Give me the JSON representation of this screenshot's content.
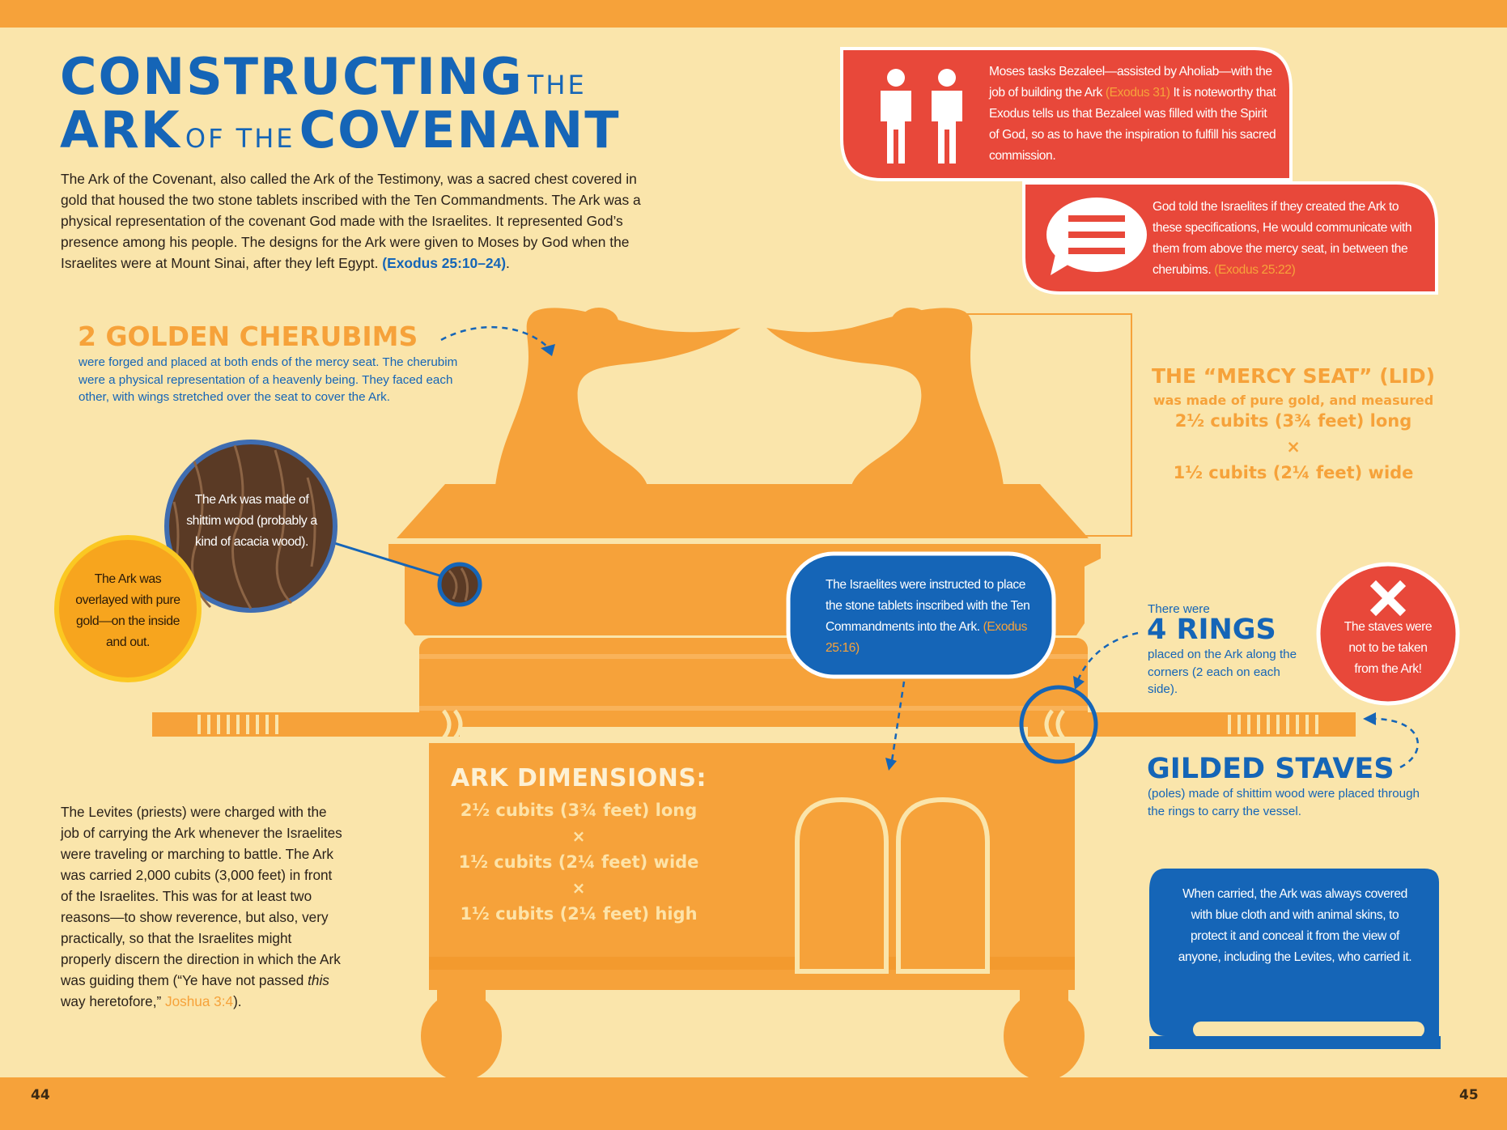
{
  "title": {
    "word1": "CONSTRUCTING",
    "word2": "THE",
    "word3": "ARK",
    "word4": "OF THE",
    "word5": "COVENANT"
  },
  "intro": {
    "text": "The Ark of the Covenant, also called the Ark of the Testimony, was a sacred chest covered in gold that housed the two stone tablets inscribed with the Ten Commandments. The Ark was a physical representation of the covenant God made with the Israelites. It represented God’s presence among his people. The designs for the Ark were given to Moses by God when the Israelites were at Mount Sinai, after they left Egypt.",
    "ref": "(Exodus 25:10–24)",
    "end": "."
  },
  "callouts": {
    "moses": {
      "text": "Moses tasks Bezaleel—assisted by Aholiab—with the job of building the Ark",
      "ref": "(Exodus 31)",
      "text2": "It is noteworthy that Exodus tells us that Bezaleel was filled with the Spirit of God, so as to have the inspiration to fulfill his sacred commission."
    },
    "god_told": {
      "text": "God told the Israelites if they created the Ark to these specifications, He would communicate with them from above the mercy seat, in between the cherubims.",
      "ref": "(Exodus 25:22)"
    },
    "tablets": {
      "text": "The Israelites were instructed to place the stone tablets inscribed with the Ten Commandments into the Ark.",
      "ref": "(Exodus 25:16)"
    },
    "staves_warning": "The staves were not to be taken from the Ark!",
    "carried": "When carried, the Ark was always covered with blue cloth and with animal skins, to protect it and conceal it from the view of anyone, including the Levites, who carried it.",
    "wood": "The Ark was made of shittim wood (probably a kind of acacia wood).",
    "gold": "The Ark was overlayed with pure gold—on the inside and out."
  },
  "cherubims": {
    "heading": "2 GOLDEN CHERUBIMS",
    "text": "were forged and placed at both ends of the mercy seat. The cherubim were a physical representation of a heavenly being. They faced each other, with wings stretched over the seat to cover the Ark."
  },
  "mercy_seat": {
    "heading": "THE “MERCY SEAT” (LID)",
    "sub": "was made of pure gold, and measured",
    "dim1": "2½ cubits (3¾ feet) long",
    "x": "×",
    "dim2": "1½ cubits (2¼ feet) wide"
  },
  "rings": {
    "pre": "There were",
    "heading": "4 RINGS",
    "text": "placed on the Ark along the corners (2 each on each side)."
  },
  "staves": {
    "heading": "GILDED STAVES",
    "text": "(poles) made of shittim wood were placed through the rings to carry the vessel."
  },
  "dimensions": {
    "heading": "ARK DIMENSIONS:",
    "d1": "2½ cubits (3¾ feet) long",
    "x": "×",
    "d2": "1½ cubits (2¼ feet) wide",
    "d3": "1½ cubits (2¼ feet) high"
  },
  "levites": {
    "text1": "The Levites (priests) were charged with the job of carrying the Ark whenever the Israelites were traveling or marching to battle. The Ark was carried 2,000 cubits (3,000 feet) in front of the Israelites. This was for at least two reasons—to show reverence, but also, very practically, so that the Israelites might properly discern the direction in which the Ark was guiding them (“Ye have not passed",
    "italic": "this",
    "text2": "way heretofore,”",
    "ref": "Joshua 3:4",
    "end": ")."
  },
  "pages": {
    "left": "44",
    "right": "45"
  },
  "colors": {
    "background": "#fae5ab",
    "orange": "#f6a23a",
    "blue": "#1565b7",
    "red": "#e8483a",
    "ref_orange": "#f9a93a"
  },
  "icons": [
    "people-icon",
    "speech-bubble-icon",
    "close-x-icon",
    "book-icon"
  ]
}
